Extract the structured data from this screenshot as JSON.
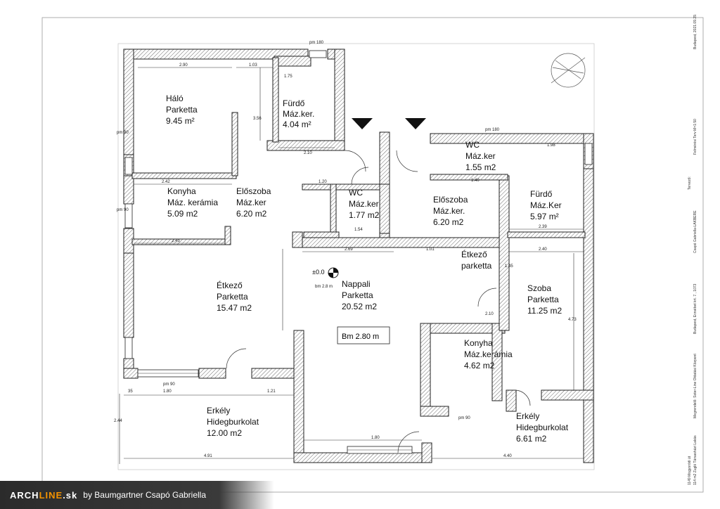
{
  "rooms": [
    {
      "name": "Háló",
      "floor": "Parketta",
      "area": "9.45 m²"
    },
    {
      "name": "Fürdő",
      "floor": "Máz.ker.",
      "area": "4.04 m²"
    },
    {
      "name": "WC",
      "floor": "Máz.ker",
      "area": "1.55 m2"
    },
    {
      "name": "Konyha",
      "floor": "Máz. kerámia",
      "area": "5.09 m2"
    },
    {
      "name": "Előszoba",
      "floor": "Máz.ker",
      "area": "6.20 m2"
    },
    {
      "name": "WC",
      "floor": "Máz.ker",
      "area": "1.77 m2"
    },
    {
      "name": "Előszoba",
      "floor": "Máz.ker.",
      "area": "6.20 m2"
    },
    {
      "name": "Fürdő",
      "floor": "Máz.Ker",
      "area": "5.97 m²"
    },
    {
      "name": "Étkező",
      "floor": "parketta",
      "area": ""
    },
    {
      "name": "Étkező",
      "floor": "Parketta",
      "area": "15.47 m2"
    },
    {
      "name": "Nappali",
      "floor": "Parketta",
      "area": "20.52 m2"
    },
    {
      "name": "Szoba",
      "floor": "Parketta",
      "area": "11.25 m2"
    },
    {
      "name": "Konyha",
      "floor": "Máz.kerámia",
      "area": "4.62 m2"
    },
    {
      "name": "Erkély",
      "floor": "Hidegburkolat",
      "area": "12.00 m2"
    },
    {
      "name": "Erkély",
      "floor": "Hidegburkolat",
      "area": "6.61 m2"
    }
  ],
  "level": {
    "mark": "±0.0",
    "sub": "bm 2.8 m"
  },
  "room_height": "Bm 2.80 m",
  "dims": {
    "d1": "pm 180",
    "d2": "2.90",
    "d3": "1.03",
    "d4": "1.75",
    "d5": "2.10",
    "d6": "2.42",
    "d7": "1.20",
    "d8": "2.43",
    "d9": "2.69",
    "d10": "2.40",
    "d11": "2.39",
    "d12": "1.98",
    "d13": "1.40",
    "d14": "1.80",
    "d15": "1.21",
    "d16": "4.91",
    "d17": "4.40",
    "d18": "2.44",
    "d19": "3.56",
    "d20": "4.73",
    "d21": "1.80",
    "d22": "1.01",
    "d23": "35",
    "d24": "pm 90",
    "d25": "1.45",
    "d26": "2.10",
    "d27": "1.54",
    "d28": "pm 90",
    "d29": "pm 90",
    "d30": "pm 90",
    "d31": "pm 180"
  },
  "titleblock": [
    "Budapest, 2021.09.29.",
    "Felmérési Terv M=1:50",
    "Csapó Gabriella-LAKBERE",
    "Tervező:",
    "Budapest, Erzsébet krt. 7., 1073",
    "Megrendelő: Soter-Line Oktatási Központ",
    "1149 Mogyoródi út",
    "114 m2 Zugló Társasházi Lakás"
  ],
  "brand": {
    "logo_a": "ARCH",
    "logo_b": "LINE",
    "logo_c": ".sk",
    "by": "by Baumgartner Csapó Gabriella"
  }
}
